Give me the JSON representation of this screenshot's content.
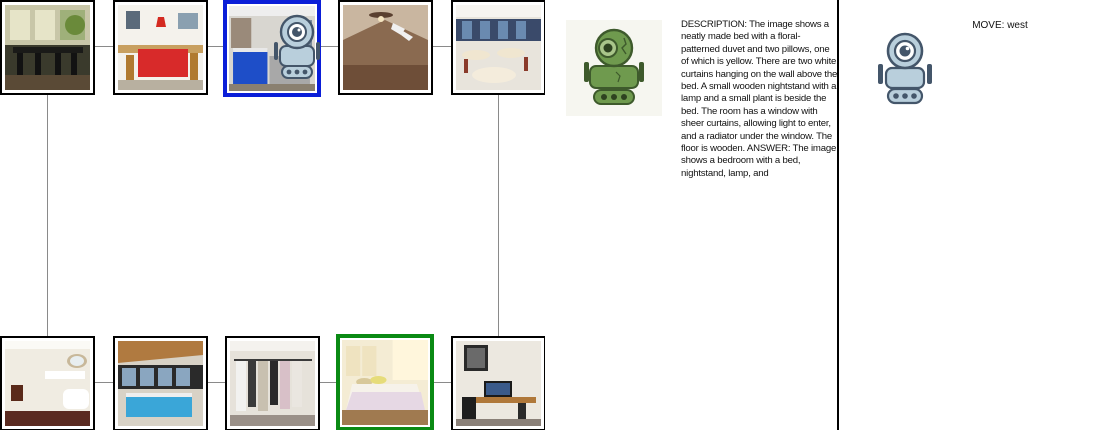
{
  "map": {
    "rooms_top": [
      {
        "name": "dining-room-dark",
        "state": "normal"
      },
      {
        "name": "dining-room-red",
        "state": "normal"
      },
      {
        "name": "office-blue",
        "state": "current"
      },
      {
        "name": "attic-bedroom",
        "state": "normal"
      },
      {
        "name": "cafeteria",
        "state": "normal"
      }
    ],
    "rooms_bottom": [
      {
        "name": "bathroom",
        "state": "normal"
      },
      {
        "name": "indoor-pool",
        "state": "normal"
      },
      {
        "name": "closet",
        "state": "normal"
      },
      {
        "name": "bedroom",
        "state": "goal"
      },
      {
        "name": "computer-room",
        "state": "normal"
      }
    ]
  },
  "panel": {
    "description": "DESCRIPTION: The image shows a neatly made bed with a floral-patterned duvet and two pillows, one of which is yellow. There are two white curtains hanging on the wall above the bed. A small wooden nightstand with a lamp and a small plant is beside the bed. The room has a window with sheer curtains, allowing light to enter, and a radiator under the window. The floor is wooden.  ANSWER: The image shows a bedroom with a bed, nightstand, lamp, and",
    "move_text": "MOVE: west"
  },
  "colors": {
    "current_border": "#0a1ed8",
    "goal_border": "#0a8a14",
    "robot_green": "#6f9a4e",
    "robot_blue": "#b9cfdc"
  }
}
